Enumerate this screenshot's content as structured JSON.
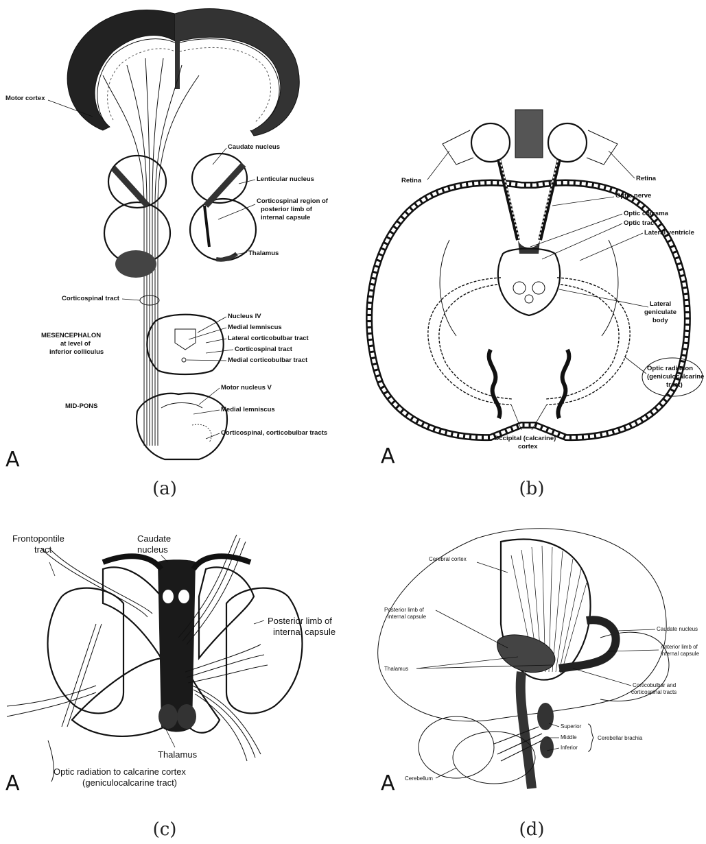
{
  "panels": [
    {
      "id": "a",
      "caption": "(a)",
      "corner_letter": "A",
      "labels": {
        "motor_cortex": "Motor cortex",
        "caudate": "Caudate nucleus",
        "lenticular": "Lenticular nucleus",
        "corticospinal_region_1": "Corticospinal region of",
        "corticospinal_region_2": "posterior limb of",
        "corticospinal_region_3": "internal capsule",
        "thalamus": "Thalamus",
        "corticospinal_tract": "Corticospinal tract",
        "mesencephalon_1": "MESENCEPHALON",
        "mesencephalon_2": "at level of",
        "mesencephalon_3": "inferior colliculus",
        "nucleus_iv": "Nucleus IV",
        "medial_lemniscus": "Medial lemniscus",
        "lateral_corticobulbar": "Lateral corticobulbar tract",
        "corticospinal_tract_2": "Corticospinal tract",
        "medial_corticobulbar": "Medial corticobulbar tract",
        "mid_pons": "MID-PONS",
        "motor_nucleus_v": "Motor nucleus V",
        "medial_lemniscus_2": "Medial lemniscus",
        "cs_cb_tracts": "Corticospinal, corticobulbar tracts"
      }
    },
    {
      "id": "b",
      "caption": "(b)",
      "corner_letter": "A",
      "labels": {
        "retina_left": "Retina",
        "retina_right": "Retina",
        "optic_nerve": "Optic nerve",
        "optic_chiasma": "Optic chiasma",
        "optic_tract": "Optic tract",
        "lateral_ventricle": "Lateral ventricle",
        "lgb_1": "Lateral",
        "lgb_2": "geniculate",
        "lgb_3": "body",
        "optic_radiation_1": "Optic radiation",
        "optic_radiation_2": "(geniculocalcarine",
        "optic_radiation_3": "tract)",
        "occipital_1": "Occipital (calcarine)",
        "occipital_2": "cortex"
      }
    },
    {
      "id": "c",
      "caption": "(c)",
      "corner_letter": "A",
      "labels": {
        "frontopontile_1": "Frontopontile",
        "frontopontile_2": "tract",
        "caudate_1": "Caudate",
        "caudate_2": "nucleus",
        "posterior_limb_1": "Posterior limb of",
        "posterior_limb_2": "internal capsule",
        "thalamus": "Thalamus",
        "optic_rad_1": "Optic radiation to calcarine cortex",
        "optic_rad_2": "(geniculocalcarine tract)"
      }
    },
    {
      "id": "d",
      "caption": "(d)",
      "corner_letter": "A",
      "labels": {
        "cerebral_cortex": "Cerebral cortex",
        "posterior_limb_1": "Posterior limb of",
        "posterior_limb_2": "internal capsule",
        "caudate": "Caudate nucleus",
        "anterior_limb_1": "Anterior limb of",
        "anterior_limb_2": "internal capsule",
        "thalamus": "Thalamus",
        "corticobulbar_1": "Corticobulbar and",
        "corticobulbar_2": "corticospinal tracts",
        "superior": "Superior",
        "middle": "Middle",
        "inferior": "Inferior",
        "cerebellar_brachia": "Cerebellar brachia",
        "cerebellum": "Cerebellum"
      }
    }
  ]
}
